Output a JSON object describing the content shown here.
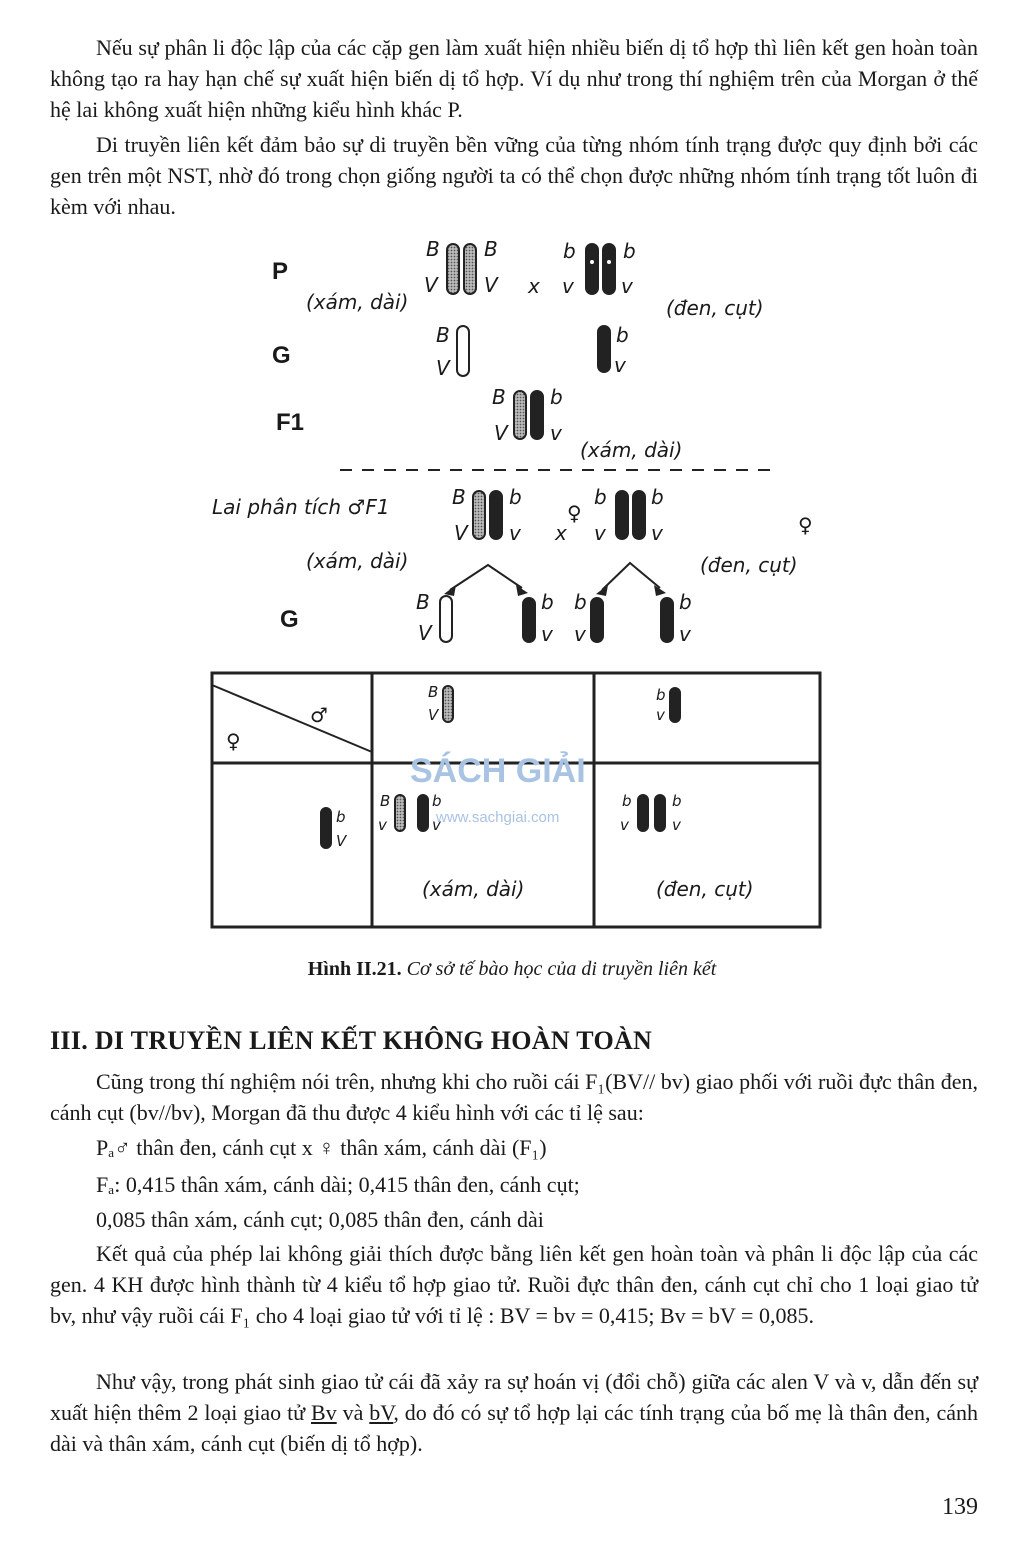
{
  "paragraphs": {
    "p1": "Nếu sự phân li độc lập của các cặp gen làm xuất hiện nhiều biến dị tổ hợp thì liên kết gen hoàn toàn không tạo ra hay hạn chế sự xuất hiện biến dị tổ hợp. Ví dụ như trong thí nghiệm trên của Morgan ở thế hệ lai không xuất hiện những kiểu hình khác P.",
    "p2": "Di truyền liên kết đảm bảo sự di truyền bền vững của từng nhóm tính trạng được quy định bởi các gen trên một NST, nhờ đó trong chọn giống người ta có thể chọn được những nhóm tính trạng tốt luôn đi kèm với nhau."
  },
  "figure": {
    "gen_labels": {
      "p": "P",
      "g1": "G",
      "f1": "F1",
      "g2": "G"
    },
    "annotations": {
      "xam_dai": "(xám, dài)",
      "den_cut": "(đen, cụt)",
      "lai_phan_tich": "Lai phân tích ♂F1",
      "cross": "x",
      "female": "♀"
    },
    "alleles": {
      "B": "B",
      "V": "V",
      "b": "b",
      "v": "v"
    },
    "table": {
      "header_male": "♂",
      "header_female": "♀",
      "cell_xam_dai": "(xám, dài)",
      "cell_den_cut": "(đen, cụt)"
    },
    "watermark": {
      "brand": "SÁCH GIẢI",
      "url": "www.sachgiai.com"
    },
    "caption_label": "Hình II.21.",
    "caption_text": " Cơ sở tế bào học của di truyền liên kết"
  },
  "section": {
    "heading": "III. DI TRUYỀN LIÊN KẾT KHÔNG HOÀN TOÀN",
    "p3": "Cũng trong thí nghiệm nói trên, nhưng khi cho ruồi cái F₁(BV// bv) giao phối với ruồi đực thân đen, cánh cụt (bv//bv), Morgan đã thu được 4 kiểu hình với các tỉ lệ sau:",
    "line_pa": "Pₐ♂ thân đen, cánh cụt x ♀ thân xám, cánh dài (F₁)",
    "line_fa": "Fₐ: 0,415 thân xám, cánh dài; 0,415 thân đen, cánh cụt;",
    "line_fa2": "0,085 thân xám, cánh cụt; 0,085 thân đen, cánh dài",
    "p4": "Kết quả của phép lai không giải thích được bằng liên kết gen hoàn toàn và phân li độc lập của các gen. 4 KH được hình thành từ 4 kiểu tổ hợp giao tử. Ruồi đực thân đen, cánh cụt chỉ cho 1 loại giao tử bv, như vậy ruồi cái F₁ cho 4 loại giao tử với tỉ lệ : BV = bv = 0,415; Bv = bV = 0,085.",
    "p5_a": "Như vậy, trong phát sinh giao tử cái đã xảy ra sự hoán vị (đổi chỗ) giữa các alen V và v, dẫn đến sự xuất hiện thêm 2 loại giao tử ",
    "p5_u1": "Bv",
    "p5_and": " và ",
    "p5_u2": "bV",
    "p5_b": ", do đó có sự tổ hợp lại các tính trạng của bố mẹ là thân đen, cánh dài và thân xám, cánh cụt (biến dị tổ hợp)."
  },
  "page_number": "139",
  "colors": {
    "ink": "#1a1a1a",
    "chromosome_grey": "#9a9a9a",
    "watermark": "#a9c3e3"
  }
}
